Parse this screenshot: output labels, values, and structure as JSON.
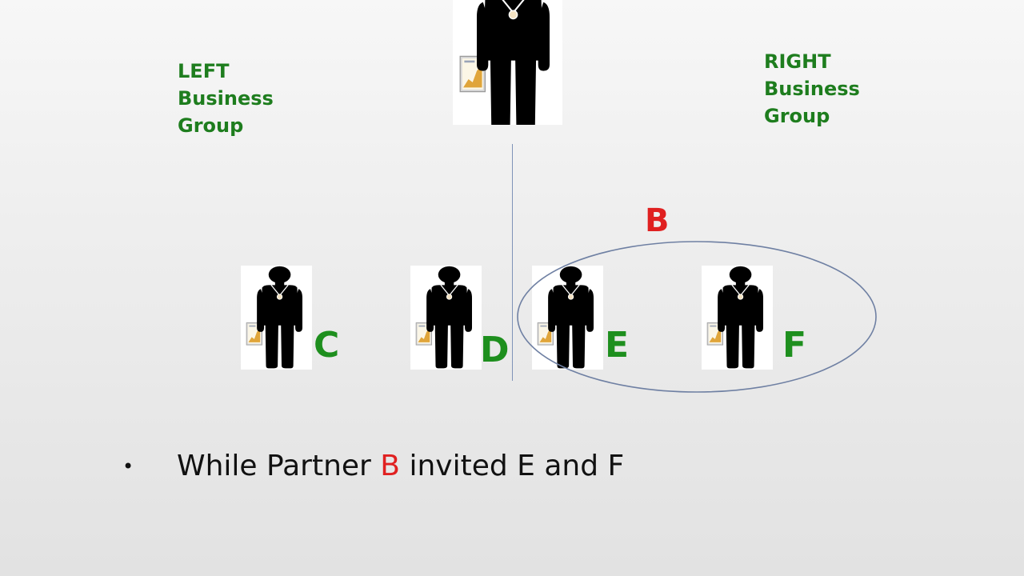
{
  "left_group": {
    "lines": [
      "LEFT",
      "Business",
      "Group"
    ]
  },
  "right_group": {
    "lines": [
      "RIGHT",
      "Business",
      "Group"
    ]
  },
  "sponsor": "B",
  "partners": [
    "C",
    "D",
    "E",
    "F"
  ],
  "caption": {
    "bullet": "•",
    "before": "While Partner",
    "highlight": "B",
    "after": "invited E and F"
  },
  "colors": {
    "group_label": "#1e7d1e",
    "partner_letter": "#1e8f1e",
    "highlight": "#e02020",
    "divider": "#7f93b8",
    "figure": "#000000",
    "background": "#efefef"
  },
  "icons": {
    "person": "businessman-icon",
    "document": "certificate-icon"
  }
}
